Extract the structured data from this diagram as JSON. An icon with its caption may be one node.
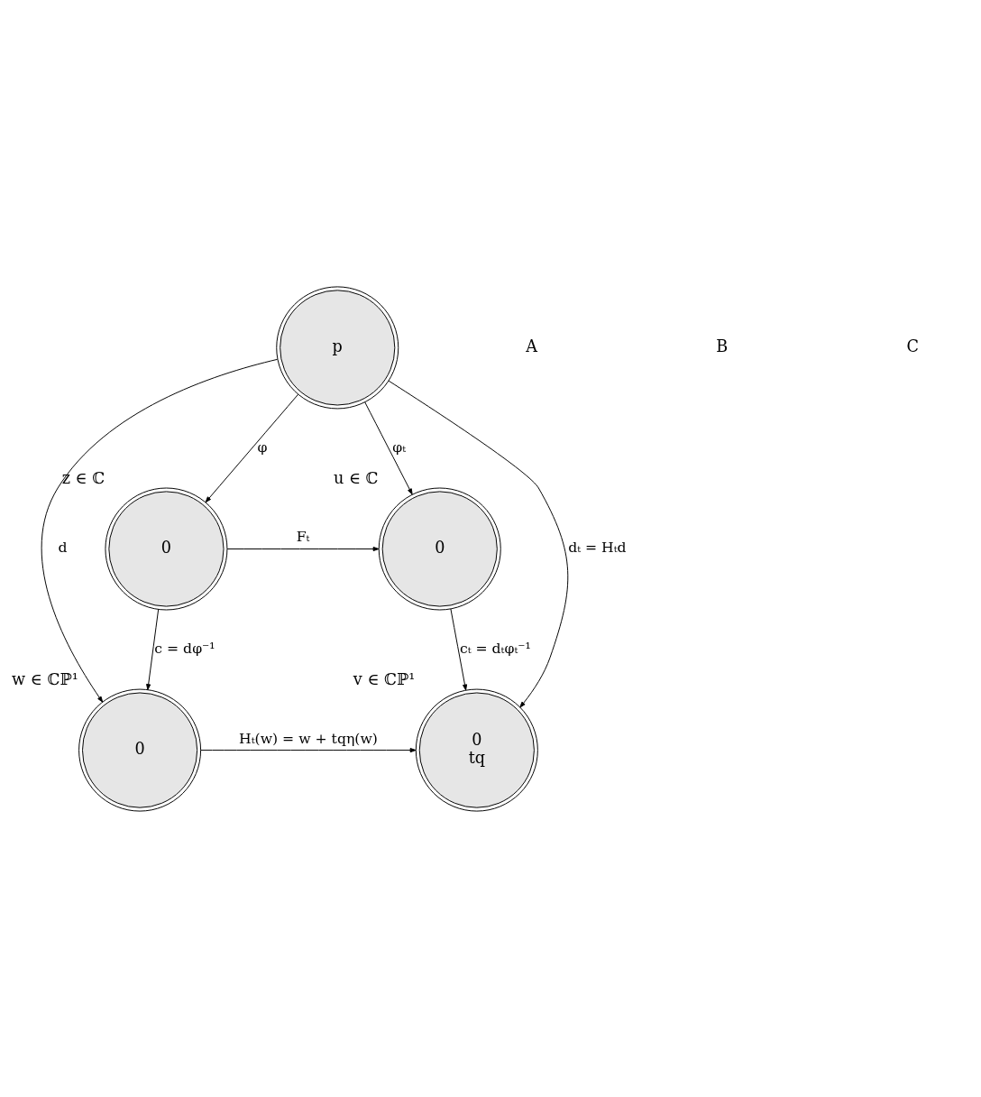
{
  "diagram": {
    "nodes": [
      {
        "text": [
          "p"
        ]
      },
      {
        "text": [
          "0"
        ],
        "beside": [
          "z ∈ ℂ"
        ]
      },
      {
        "text": [
          "0"
        ],
        "beside": [
          "u ∈ ℂ"
        ]
      },
      {
        "text": [
          "0"
        ],
        "beside": [
          "w ∈ ℂℙ¹"
        ]
      },
      {
        "text": [
          "0",
          "tq"
        ],
        "beside": [
          "v ∈ ℂℙ¹"
        ]
      }
    ],
    "edges": [
      {
        "from": 0,
        "to": 1,
        "arrow": "to",
        "label": "φ"
      },
      {
        "from": 0,
        "to": 2,
        "arrow": "to",
        "label": "φₜ"
      },
      {
        "from": 1,
        "to": 2,
        "arrow": "to",
        "label": "Fₜ"
      },
      {
        "from": 1,
        "to": 3,
        "arrow": "to",
        "label": "c = dφ⁻¹"
      },
      {
        "from": 2,
        "to": 4,
        "arrow": "to",
        "label": "cₜ = dₜφₜ⁻¹"
      },
      {
        "from": 3,
        "to": 4,
        "arrow": "to",
        "label": "Hₜ(w) = w + tqη(w)"
      },
      {
        "from": 0,
        "to": 3,
        "arrow": "to",
        "label": "d"
      },
      {
        "from": 0,
        "to": 4,
        "arrow": "to",
        "label": "dₜ = Hₜd"
      }
    ],
    "labels": [
      "A",
      "B",
      "C"
    ]
  }
}
